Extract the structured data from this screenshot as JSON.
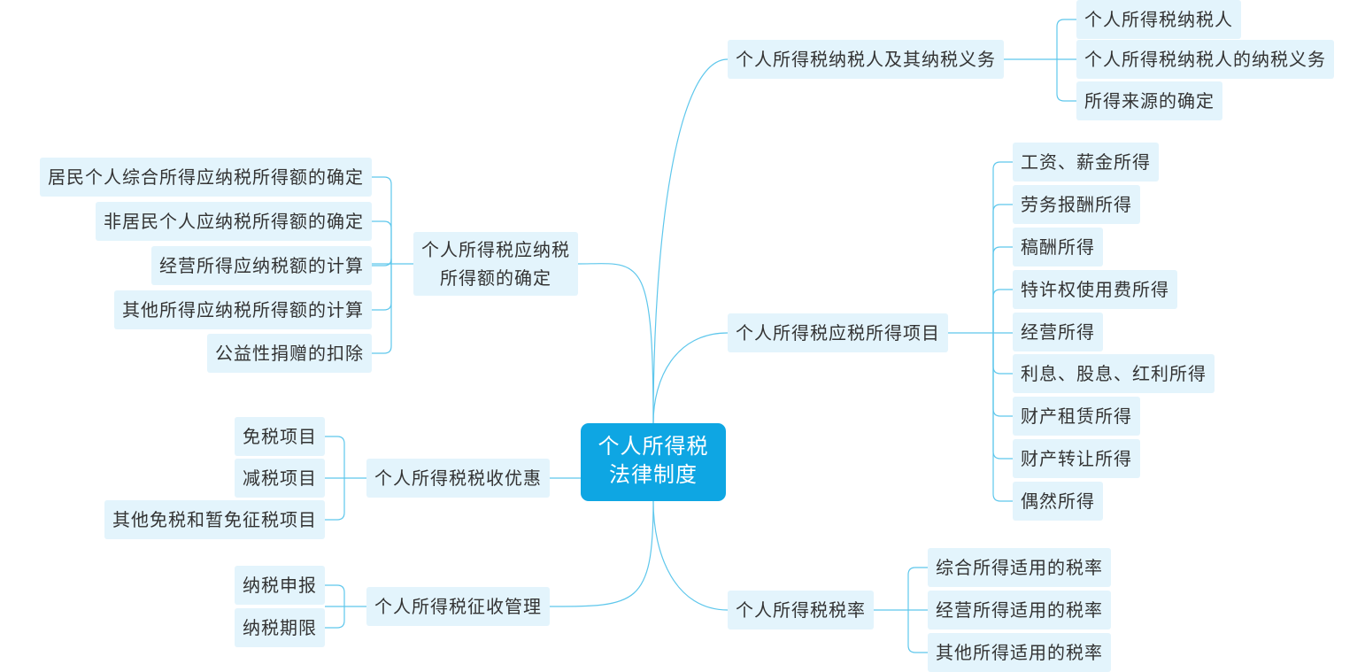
{
  "colors": {
    "root_fill": "#0ea6e3",
    "node_fill": "#e3f4fc",
    "link": "#5ec7ec",
    "text": "#333333"
  },
  "root": {
    "line1": "个人所得税",
    "line2": "法律制度"
  },
  "branches": {
    "taxpayers": {
      "label": "个人所得税纳税人及其纳税义务",
      "children": [
        "个人所得税纳税人",
        "个人所得税纳税人的纳税义务",
        "所得来源的确定"
      ]
    },
    "taxable_items": {
      "label": "个人所得税应税所得项目",
      "children": [
        "工资、薪金所得",
        "劳务报酬所得",
        "稿酬所得",
        "特许权使用费所得",
        "经营所得",
        "利息、股息、红利所得",
        "财产租赁所得",
        "财产转让所得",
        "偶然所得"
      ]
    },
    "tax_rates": {
      "label": "个人所得税税率",
      "children": [
        "综合所得适用的税率",
        "经营所得适用的税率",
        "其他所得适用的税率"
      ]
    },
    "taxable_income": {
      "label_line1": "个人所得税应纳税",
      "label_line2": "所得额的确定",
      "children": [
        "居民个人综合所得应纳税所得额的确定",
        "非居民个人应纳税所得额的确定",
        "经营所得应纳税额的计算",
        "其他所得应纳税所得额的计算",
        "公益性捐赠的扣除"
      ]
    },
    "incentives": {
      "label": "个人所得税税收优惠",
      "children": [
        "免税项目",
        "减税项目",
        "其他免税和暂免征税项目"
      ]
    },
    "administration": {
      "label": "个人所得税征收管理",
      "children": [
        "纳税申报",
        "纳税期限"
      ]
    }
  }
}
